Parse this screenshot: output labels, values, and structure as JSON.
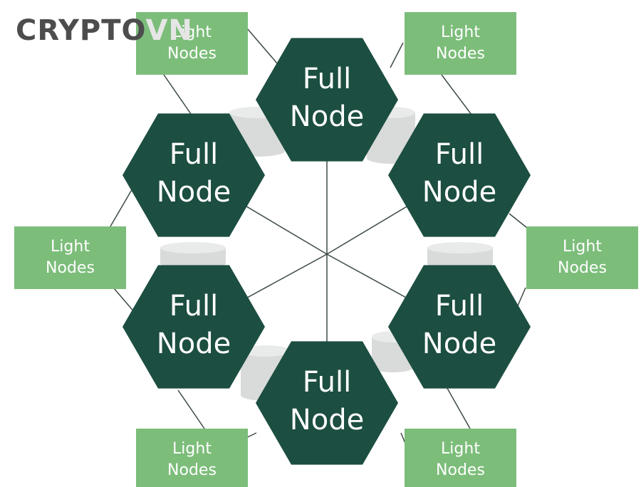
{
  "watermark": {
    "text_a": "CRYPTO",
    "text_b": "VN"
  },
  "full_nodes": [
    {
      "label_line1": "Full",
      "label_line2": "Node"
    },
    {
      "label_line1": "Full",
      "label_line2": "Node"
    },
    {
      "label_line1": "Full",
      "label_line2": "Node"
    },
    {
      "label_line1": "Full",
      "label_line2": "Node"
    },
    {
      "label_line1": "Full",
      "label_line2": "Node"
    },
    {
      "label_line1": "Full",
      "label_line2": "Node"
    }
  ],
  "light_nodes": [
    {
      "label_line1": "Light",
      "label_line2": "Nodes"
    },
    {
      "label_line1": "Light",
      "label_line2": "Nodes"
    },
    {
      "label_line1": "Light",
      "label_line2": "Nodes"
    },
    {
      "label_line1": "Light",
      "label_line2": "Nodes"
    },
    {
      "label_line1": "Light",
      "label_line2": "Nodes"
    },
    {
      "label_line1": "Light",
      "label_line2": "Nodes"
    }
  ],
  "colors": {
    "hex_fill": "#1c4e41",
    "box_fill": "#7cbd7a",
    "line": "#3c4a44",
    "cylinder": "#d8dbd9",
    "cylinder_top": "#e9ebea",
    "watermark_dark": "#4d4d4d",
    "watermark_light": "#e6e6e6"
  }
}
